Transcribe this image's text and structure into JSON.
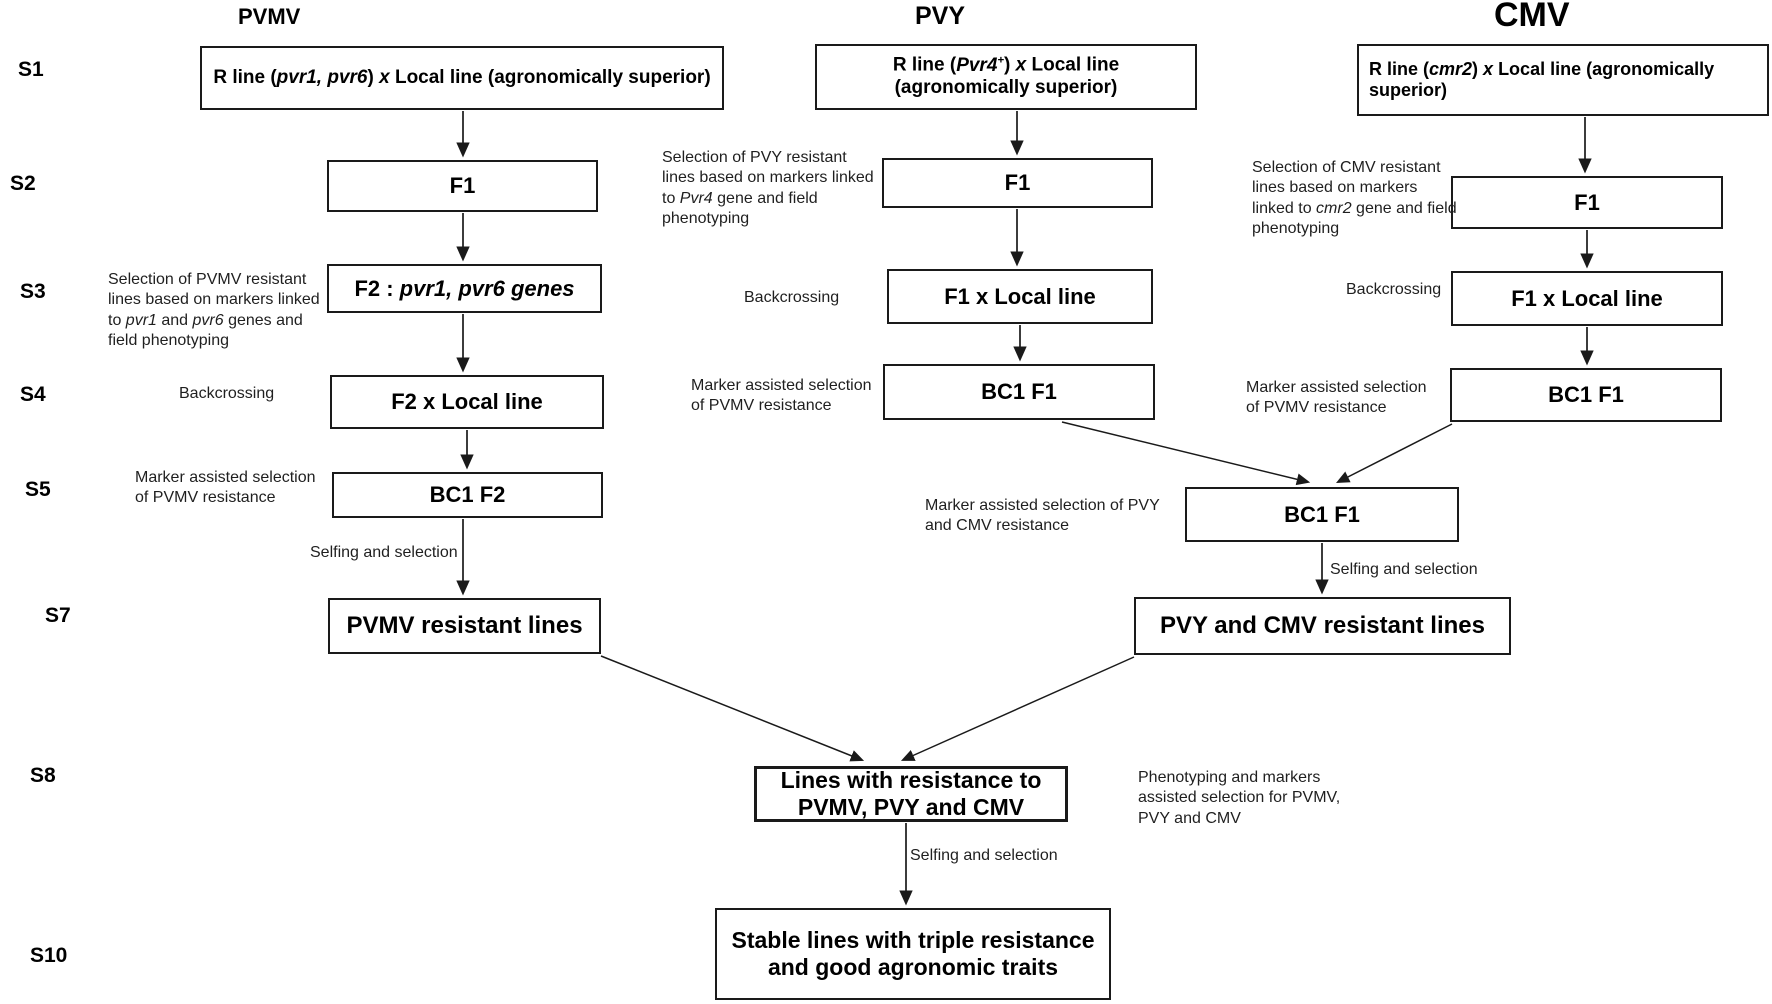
{
  "headers": {
    "pvmv": "PVMV",
    "pvy": "PVY",
    "cmv": "CMV"
  },
  "stages": {
    "s1": "S1",
    "s2": "S2",
    "s3": "S3",
    "s4": "S4",
    "s5": "S5",
    "s7": "S7",
    "s8": "S8",
    "s10": "S10"
  },
  "boxes": {
    "pvmv_s1": {
      "pre": "R line (",
      "gene": "pvr1, pvr6",
      "mid": ") ",
      "cross": "x",
      "post": " Local line (agronomically superior)"
    },
    "pvy_s1": {
      "pre": "R line (",
      "gene": "Pvr4",
      "sup": "+",
      "mid": ") ",
      "cross": "x",
      "post": " Local line (agronomically superior)"
    },
    "cmv_s1": {
      "pre": "R line (",
      "gene": "cmr2",
      "mid": ") ",
      "cross": "x",
      "post": " Local line (agronomically superior)"
    },
    "f1": "F1",
    "pvmv_f2": {
      "pre": "F2 : ",
      "genes": "pvr1, pvr6 genes"
    },
    "f2_local": "F2 x Local line",
    "f1_local": "F1 x Local line",
    "bc1f2": "BC1 F2",
    "bc1f1": "BC1 F1",
    "pvmv_resistant": "PVMV resistant lines",
    "pvy_cmv_resistant": "PVY and CMV resistant lines",
    "lines_triple": "Lines with resistance to PVMV, PVY and CMV",
    "stable": "Stable lines with triple resistance and good agronomic traits"
  },
  "annotations": {
    "pvmv_selection": {
      "p1": "Selection of PVMV resistant lines based on markers linked to ",
      "g1": "pvr1",
      "p2": " and ",
      "g2": "pvr6",
      "p3": " genes and field phenotyping"
    },
    "pvy_selection": {
      "p1": "Selection of PVY resistant lines based on markers linked to ",
      "g1": "Pvr4",
      "p2": " gene and field phenotyping"
    },
    "cmv_selection": {
      "p1": "Selection of CMV resistant lines based on markers linked to ",
      "g1": "cmr2",
      "p2": " gene and field phenotyping"
    },
    "backcrossing": "Backcrossing",
    "mas_pvmv": "Marker assisted selection of PVMV resistance",
    "mas_pvy_cmv": "Marker assisted selection of PVY and CMV resistance",
    "selfing": "Selfing and selection",
    "phenotyping": "Phenotyping and markers assisted selection for PVMV, PVY and CMV"
  },
  "colors": {
    "background": "#ffffff",
    "box_border": "#1a1a1a",
    "arrow": "#1a1a1a",
    "text": "#000000"
  }
}
